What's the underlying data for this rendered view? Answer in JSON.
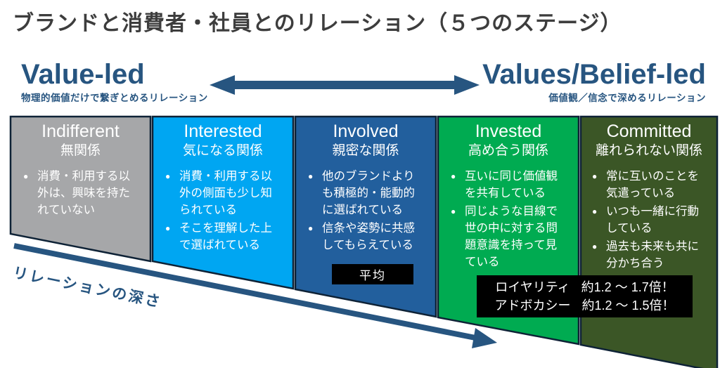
{
  "title": "ブランドと消費者・社員とのリレーション（５つのステージ）",
  "left_pole": {
    "heading": "Value-led",
    "subheading": "物理的価値だけで繋ぎとめるリレーション"
  },
  "right_pole": {
    "heading": "Values/Belief-led",
    "subheading": "価値観／信念で深めるリレーション"
  },
  "depth_axis_label": "リレーションの深さ",
  "colors": {
    "background": "#ffffff",
    "title_text": "#3d3d3d",
    "navy": "#275580",
    "column_stroke": "#0e2236",
    "box_bg": "#000000",
    "box_text": "#ffffff"
  },
  "stages": [
    {
      "name": "Indifferent",
      "relation": "無関係",
      "color": "#a6a7a9",
      "bullets": [
        "消費・利用する以外は、興味を持たれていない"
      ]
    },
    {
      "name": "Interested",
      "relation": "気になる関係",
      "color": "#00a6f2",
      "bullets": [
        "消費・利用する以外の側面も少し知られている",
        "そこを理解した上で選ばれている"
      ]
    },
    {
      "name": "Involved",
      "relation": "親密な関係",
      "color": "#225f9d",
      "bullets": [
        "他のブランドよりも積極的・能動的に選ばれている",
        "信条や姿勢に共感してもらえている"
      ]
    },
    {
      "name": "Invested",
      "relation": "高め合う関係",
      "color": "#00ab51",
      "bullets": [
        "互いに同じ価値観を共有している",
        "同じような目線で世の中に対する問題意識を持って見ている"
      ]
    },
    {
      "name": "Committed",
      "relation": "離れられない関係",
      "color": "#3b5626",
      "bullets": [
        "常に互いのことを気遣っている",
        "いつも一緒に行動している",
        "過去も未来も共に分かち合う"
      ]
    }
  ],
  "average_marker": {
    "label": "平均"
  },
  "stats_box": {
    "rows": [
      {
        "label": "ロイヤリティ",
        "value": "約1.2 〜 1.7倍！"
      },
      {
        "label": "アドボカシー",
        "value": "約1.2 〜 1.5倍！"
      }
    ]
  }
}
